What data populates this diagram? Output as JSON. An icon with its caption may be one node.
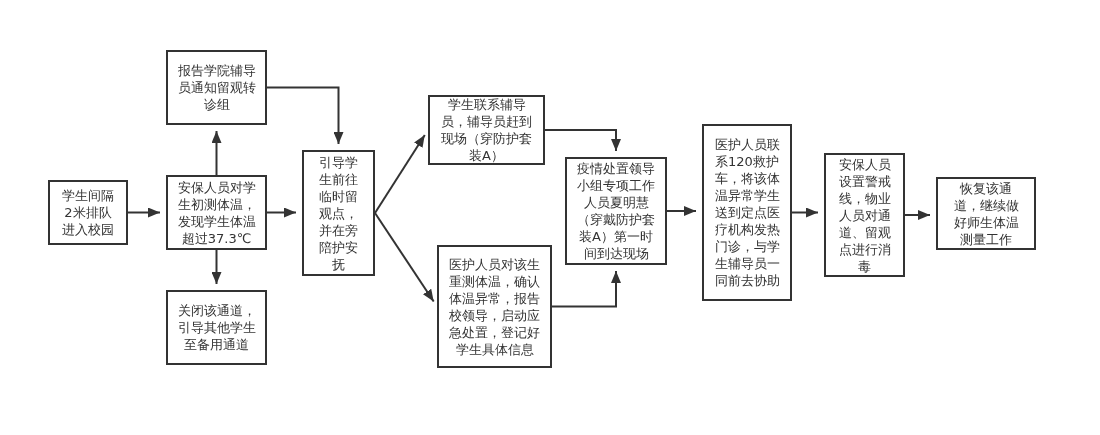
{
  "diagram": {
    "nodes": [
      {
        "text": [
          "学生间隔2米排队进入校园"
        ]
      },
      {
        "text": [
          "安保人员对学生初测体温，发现学生体温超过37.3℃"
        ]
      },
      {
        "text": [
          "报告学院辅导员通知留观转诊组"
        ]
      },
      {
        "text": [
          "关闭该通道，引导其他学生至备用通道"
        ]
      },
      {
        "text": [
          "引导学生前往临时留观点，并在旁陪护安抚"
        ]
      },
      {
        "text": [
          "学生联系辅导员，辅导员赶到现场（穿防护套装A）"
        ]
      },
      {
        "text": [
          "医护人员对该生重测体温，确认体温异常，报告校领导，启动应急处置，登记好学生具体信息"
        ]
      },
      {
        "text": [
          "疫情处置领导小组专项工作人员夏明慧（穿戴防护套装A）第一时间到达现场"
        ]
      },
      {
        "text": [
          "医护人员联系120救护车，将该体温异常学生送到定点医疗机构发热门诊，与学生辅导员一同前去协助"
        ]
      },
      {
        "text": [
          "安保人员设置警戒线，物业人员对通道、留观点进行消毒"
        ]
      },
      {
        "text": [
          "恢复该通道，继续做好师生体温测量工作"
        ]
      }
    ],
    "edges": [
      {
        "from": 0,
        "to": 1,
        "arrow": "to"
      },
      {
        "from": 1,
        "to": 2,
        "arrow": "to"
      },
      {
        "from": 1,
        "to": 3,
        "arrow": "to"
      },
      {
        "from": 1,
        "to": 4,
        "arrow": "to"
      },
      {
        "from": 2,
        "to": 4,
        "arrow": "to"
      },
      {
        "from": 4,
        "to": 5,
        "arrow": "to"
      },
      {
        "from": 4,
        "to": 6,
        "arrow": "to"
      },
      {
        "from": 5,
        "to": 7,
        "arrow": "to"
      },
      {
        "from": 6,
        "to": 7,
        "arrow": "to"
      },
      {
        "from": 7,
        "to": 8,
        "arrow": "to"
      },
      {
        "from": 8,
        "to": 9,
        "arrow": "to"
      },
      {
        "from": 9,
        "to": 10,
        "arrow": "to"
      }
    ]
  }
}
